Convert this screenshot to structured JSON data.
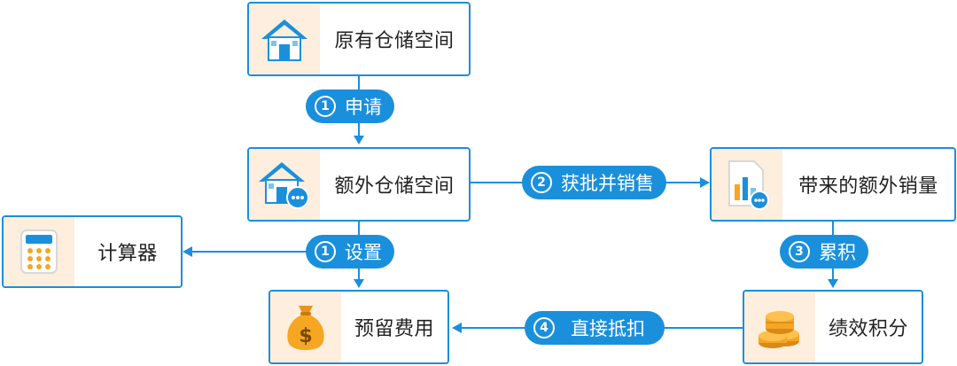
{
  "nodes": {
    "original": {
      "label": "原有仓储空间",
      "icon": "house-icon"
    },
    "extra": {
      "label": "额外仓储空间",
      "icon": "house-chat-icon"
    },
    "sales": {
      "label": "带来的额外销量",
      "icon": "bar-chart-document-icon"
    },
    "calculator": {
      "label": "计算器",
      "icon": "calculator-icon"
    },
    "reserve": {
      "label": "预留费用",
      "icon": "money-bag-icon"
    },
    "points": {
      "label": "绩效积分",
      "icon": "coin-stack-icon"
    }
  },
  "steps": {
    "apply": {
      "num": "1",
      "text": "申请"
    },
    "approve_sell": {
      "num": "2",
      "text": "获批并销售"
    },
    "setup": {
      "num": "1",
      "text": "设置"
    },
    "accumulate": {
      "num": "3",
      "text": "累积"
    },
    "deduct": {
      "num": "4",
      "text": "直接抵扣"
    }
  },
  "colors": {
    "accent": "#1a90dc",
    "icon_background": "#fdeedd",
    "coin": "#f5a623"
  }
}
